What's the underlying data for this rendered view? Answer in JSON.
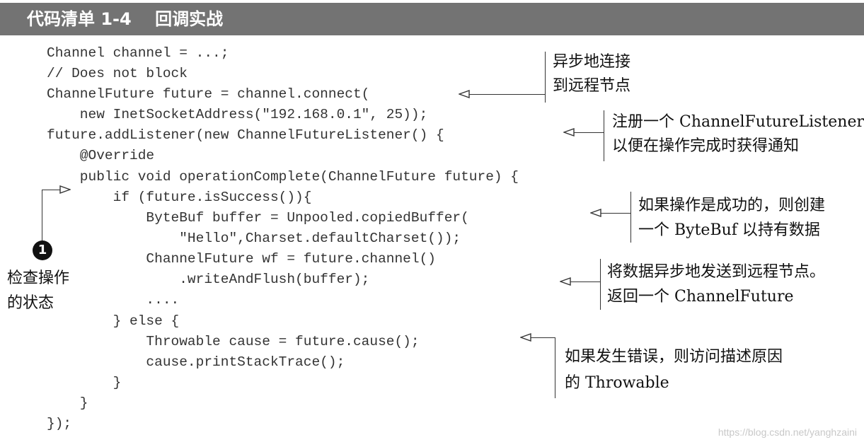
{
  "header": {
    "title": "代码清单 1-4    回调实战"
  },
  "code_lines": [
    "Channel channel = ...;",
    "// Does not block",
    "ChannelFuture future = channel.connect(",
    "    new InetSocketAddress(\"192.168.0.1\", 25));",
    "future.addListener(new ChannelFutureListener() {",
    "    @Override",
    "    public void operationComplete(ChannelFuture future) {",
    "        if (future.isSuccess()){",
    "            ByteBuf buffer = Unpooled.copiedBuffer(",
    "                \"Hello\",Charset.defaultCharset());",
    "            ChannelFuture wf = future.channel()",
    "                .writeAndFlush(buffer);",
    "            ....",
    "        } else {",
    "            Throwable cause = future.cause();",
    "            cause.printStackTrace();",
    "        }",
    "    }",
    "});"
  ],
  "annotations": {
    "connect": [
      "异步地连接",
      "到远程节点"
    ],
    "listener": [
      "注册一个 ChannelFutureListener，",
      "以便在操作完成时获得通知"
    ],
    "success": [
      "如果操作是成功的，则创建",
      "一个 ByteBuf 以持有数据"
    ],
    "send": [
      "将数据异步地发送到远程节点。",
      "返回一个 ChannelFuture"
    ],
    "error": [
      "如果发生错误，则访问描述原因",
      "的 Throwable"
    ]
  },
  "callout": {
    "number": "1",
    "label": [
      "检查操作",
      "的状态"
    ]
  },
  "watermark": "https://blog.csdn.net/yanghzaini",
  "colors": {
    "header_bg": "#737373",
    "header_text": "#ffffff",
    "code_text": "#333333",
    "annotation_text": "#111111",
    "watermark": "#c8c8c8"
  }
}
